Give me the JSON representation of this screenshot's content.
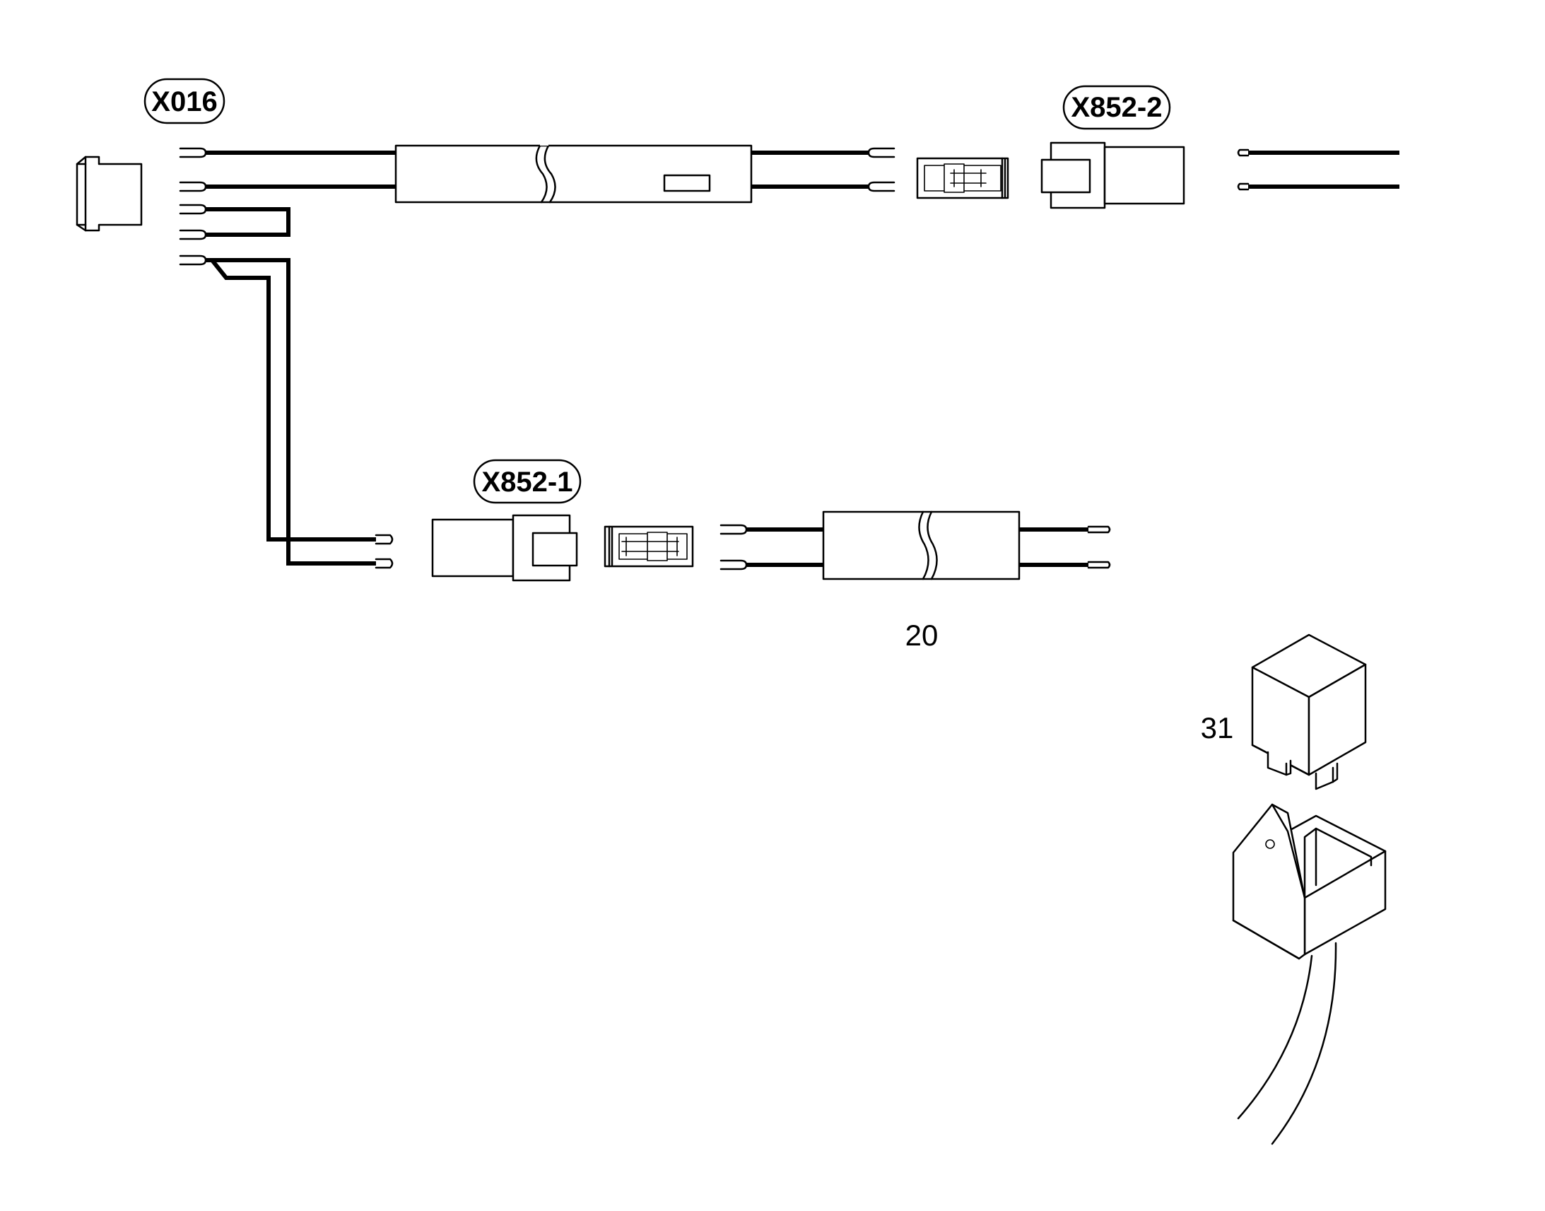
{
  "callouts": {
    "x016": "X016",
    "x852_2": "X852-2",
    "x852_1": "X852-1"
  },
  "part_numbers": {
    "harness": "20",
    "relay": "31"
  }
}
